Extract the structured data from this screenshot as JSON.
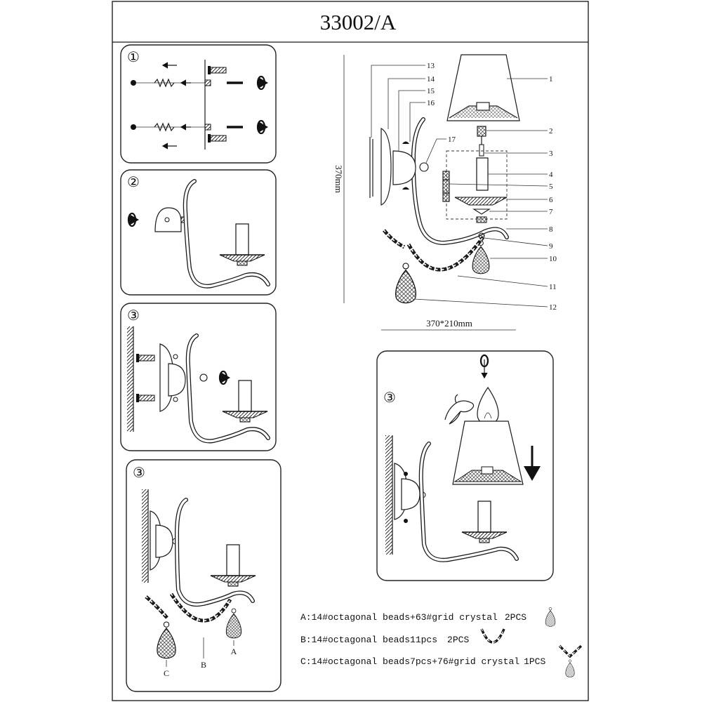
{
  "title": "33002/A",
  "steps": {
    "step1": "①",
    "step2": "②",
    "step3a": "③",
    "step3b": "③",
    "step3c": "③"
  },
  "dimensions": {
    "height": "370mm",
    "footprint": "370*210mm"
  },
  "parts": [
    "1",
    "2",
    "3",
    "4",
    "5",
    "6",
    "7",
    "8",
    "9",
    "10",
    "11",
    "12",
    "13",
    "14",
    "15",
    "16",
    "17"
  ],
  "bead_labels": {
    "a": "A",
    "b": "B",
    "c": "C"
  },
  "legend": [
    {
      "text": "A:14#octagonal beads+63#grid crystal",
      "qty": "2PCS"
    },
    {
      "text": "B:14#octagonal beads11pcs",
      "qty": "2PCS"
    },
    {
      "text": "C:14#octagonal beads7pcs+76#grid crystal",
      "qty": "1PCS"
    }
  ]
}
